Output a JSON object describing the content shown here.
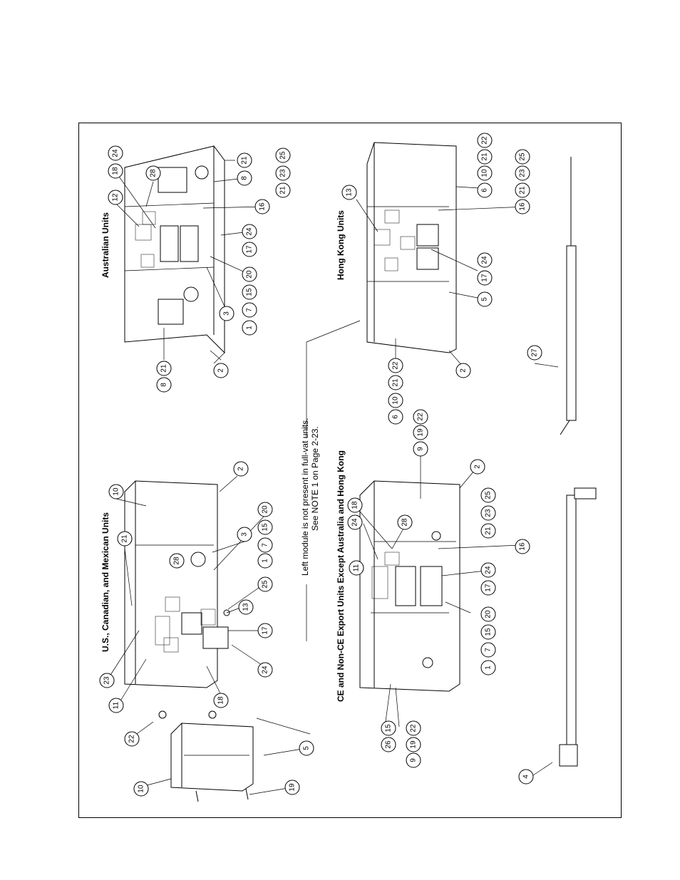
{
  "titles": {
    "us": "U.S., Canadian, and Mexican Units",
    "australian": "Australian Units",
    "ce": "CE and Non-CE Export Units Except Australia and Hong Kong",
    "hongkong": "Hong Kong Units"
  },
  "note": {
    "line1": "Left module is not present in full-vat units.",
    "line2": "See NOTE 1 on Page 2-23."
  },
  "callouts": {
    "aus": [
      "24",
      "18",
      "28",
      "12",
      "16",
      "24",
      "17",
      "20",
      "3",
      "15",
      "7",
      "1",
      "21",
      "8",
      "25",
      "23",
      "21",
      "8",
      "21",
      "2"
    ],
    "hk": [
      "22",
      "21",
      "10",
      "6",
      "25",
      "23",
      "21",
      "13",
      "16",
      "24",
      "17",
      "5",
      "22",
      "21",
      "10",
      "6",
      "2",
      "19",
      "22",
      "9"
    ],
    "us": [
      "10",
      "21",
      "28",
      "2",
      "3",
      "20",
      "15",
      "7",
      "1",
      "25",
      "13",
      "17",
      "24",
      "18",
      "11",
      "23",
      "22",
      "10",
      "5",
      "19"
    ],
    "ce": [
      "18",
      "24",
      "11",
      "28",
      "2",
      "25",
      "23",
      "21",
      "16",
      "24",
      "17",
      "20",
      "15",
      "7",
      "1",
      "15",
      "26",
      "9",
      "19",
      "22"
    ],
    "parts": [
      "27",
      "4"
    ]
  },
  "colors": {
    "line": "#000000",
    "background": "#ffffff"
  }
}
